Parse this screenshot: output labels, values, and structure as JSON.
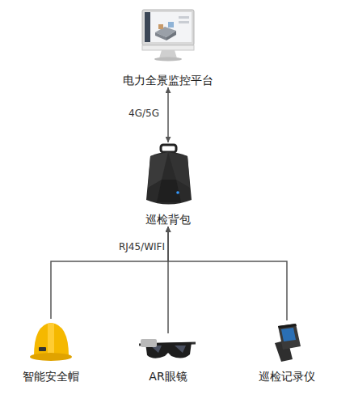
{
  "diagram": {
    "nodes": [
      {
        "text": [
          "电力全景监控平台"
        ]
      },
      {
        "text": [
          "巡检背包"
        ]
      },
      {
        "text": [
          "智能安全帽"
        ]
      },
      {
        "text": [
          "AR眼镜"
        ]
      },
      {
        "text": [
          "巡检记录仪"
        ]
      }
    ],
    "edges": [
      {
        "from": 0,
        "to": 1,
        "label": "4G/5G",
        "arrow": "both"
      },
      {
        "from": 2,
        "to": 1,
        "arrow": "to"
      },
      {
        "from": 3,
        "to": 1,
        "label": "RJ45/WIFI",
        "arrow": "to"
      },
      {
        "from": 4,
        "to": 1,
        "arrow": "to"
      }
    ]
  }
}
